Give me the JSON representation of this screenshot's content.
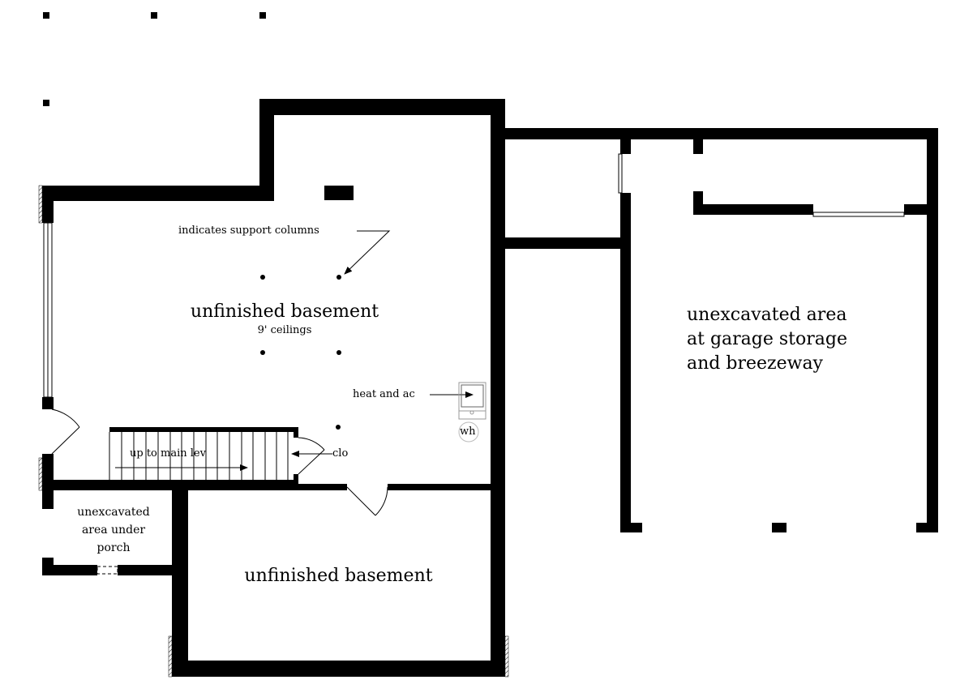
{
  "plan": {
    "rooms": {
      "main_basement": "unfinished basement",
      "main_ceiling": "9' ceilings",
      "lower_basement": "unfinished basement",
      "porch": [
        "unexcavated",
        "area under",
        "porch"
      ],
      "garage": [
        "unexcavated area",
        "at garage storage",
        "and breezeway"
      ]
    },
    "notes": {
      "columns": "indicates support columns",
      "hvac": "heat and ac",
      "water_heater": "wh",
      "stairs": "up to main lev",
      "closet": "clo"
    }
  },
  "colors": {
    "wall": "#000000",
    "background": "#ffffff"
  }
}
